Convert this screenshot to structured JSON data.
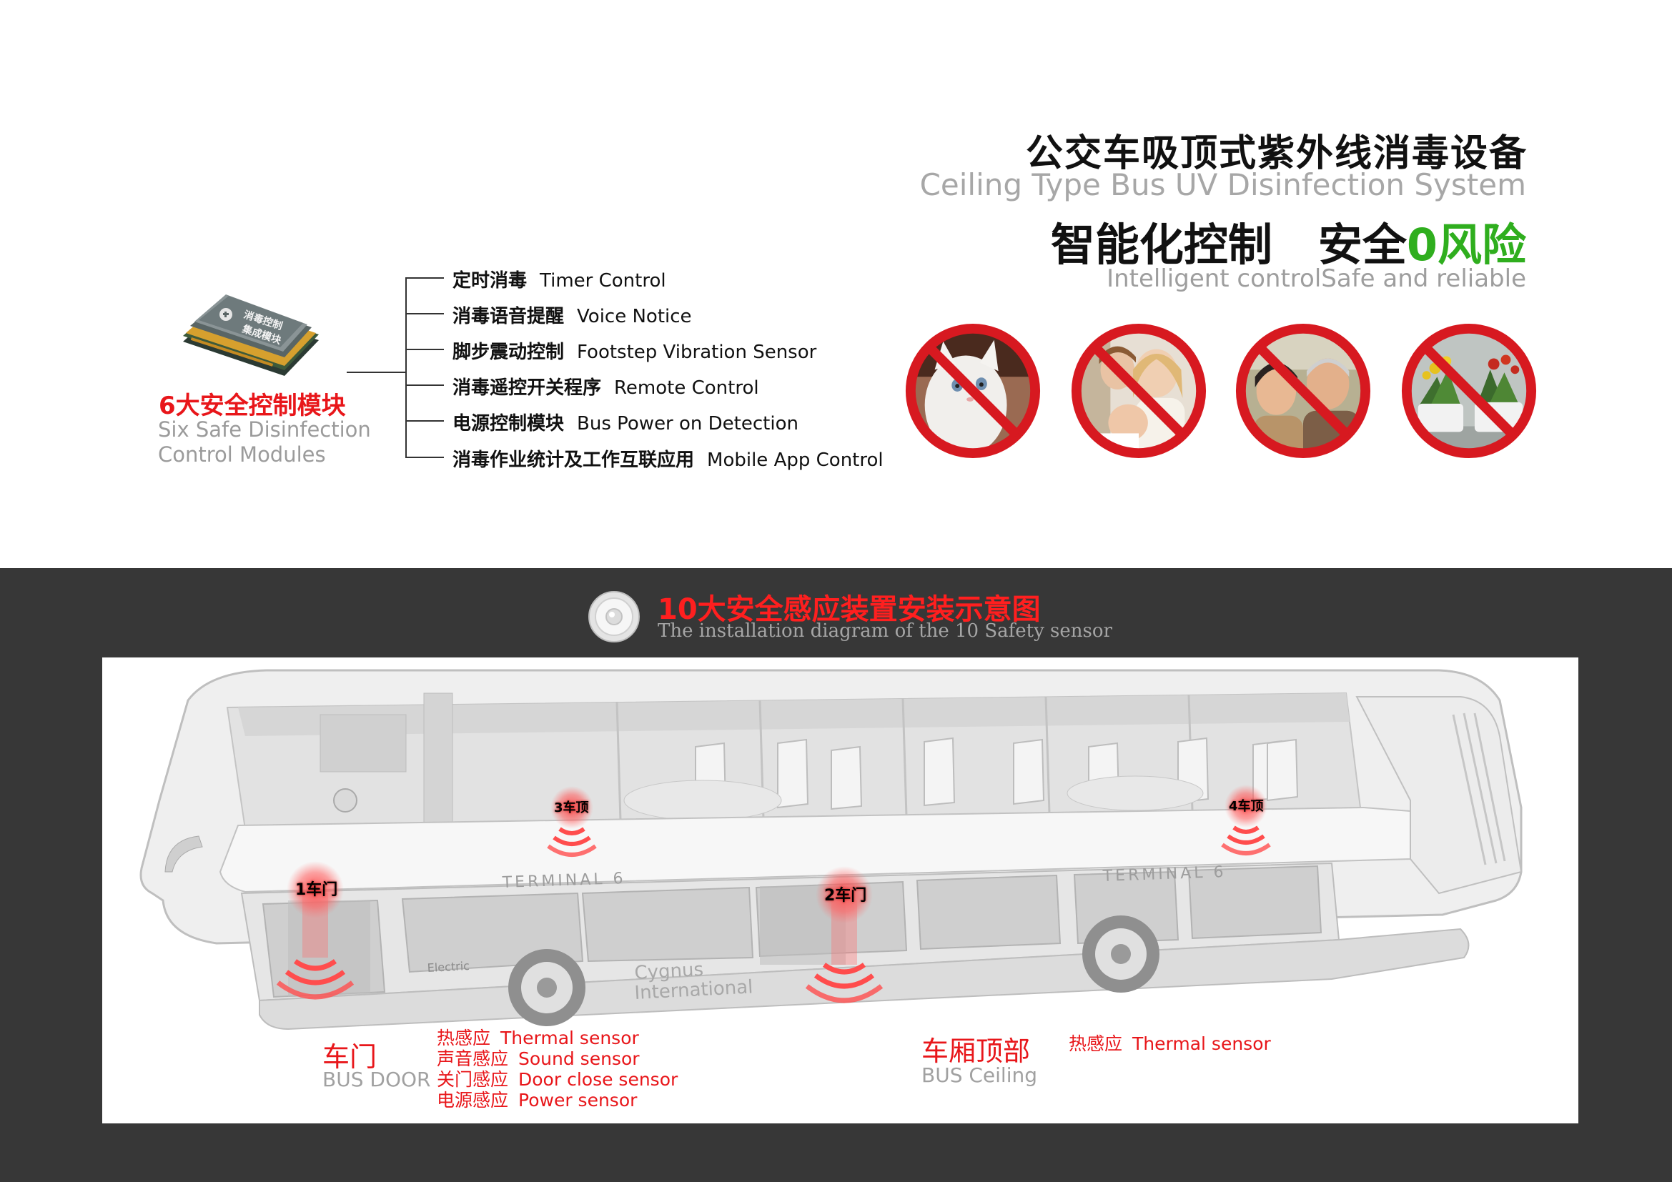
{
  "header": {
    "title_cn": "公交车吸顶式紫外线消毒设备",
    "title_en": "Ceiling Type Bus UV Disinfection System",
    "slogan_part1": "智能化控制",
    "slogan_part2a": "安全",
    "slogan_part2b": "0风险",
    "tagline": "Intelligent controlSafe and reliable"
  },
  "module": {
    "board_text_line1": "消毒控制",
    "board_text_line2": "集成模块",
    "title_cn": "6大安全控制模块",
    "title_en_line1": "Six Safe Disinfection",
    "title_en_line2": "Control Modules",
    "features": [
      {
        "cn": "定时消毒",
        "en": "Timer Control"
      },
      {
        "cn": "消毒语音提醒",
        "en": "Voice Notice"
      },
      {
        "cn": "脚步震动控制",
        "en": "Footstep Vibration Sensor"
      },
      {
        "cn": "消毒遥控开关程序",
        "en": "Remote Control"
      },
      {
        "cn": "电源控制模块",
        "en": "Bus Power on Detection"
      },
      {
        "cn": "消毒作业统计及工作互联应用",
        "en": "Mobile App Control"
      }
    ]
  },
  "prohibited": [
    {
      "subject": "kitten"
    },
    {
      "subject": "children"
    },
    {
      "subject": "elderly"
    },
    {
      "subject": "plants"
    }
  ],
  "section": {
    "title_cn": "10大安全感应装置安装示意图",
    "title_en": "The installation diagram of the 10 Safety sensor"
  },
  "markers": [
    {
      "label": "1车门"
    },
    {
      "label": "2车门"
    },
    {
      "label": "3车顶"
    },
    {
      "label": "4车顶"
    }
  ],
  "bus_text": {
    "terminal1": "TERMINAL 6",
    "terminal2": "TERMINAL 6",
    "brand_line1": "Cygnus",
    "brand_line2": "International",
    "electric": "Electric"
  },
  "legend_door": {
    "cn": "车门",
    "en": "BUS DOOR",
    "sensors": [
      {
        "cn": "热感应",
        "en": "Thermal sensor"
      },
      {
        "cn": "声音感应",
        "en": "Sound sensor"
      },
      {
        "cn": "关门感应",
        "en": "Door close sensor"
      },
      {
        "cn": "电源感应",
        "en": "Power sensor"
      }
    ]
  },
  "legend_ceiling": {
    "cn": "车厢顶部",
    "en": "BUS Ceiling",
    "sensors": [
      {
        "cn": "热感应",
        "en": "Thermal sensor"
      }
    ]
  },
  "colors": {
    "accent_red": "#e8161a",
    "accent_green": "#2fae1e",
    "dark_panel": "#373737"
  }
}
